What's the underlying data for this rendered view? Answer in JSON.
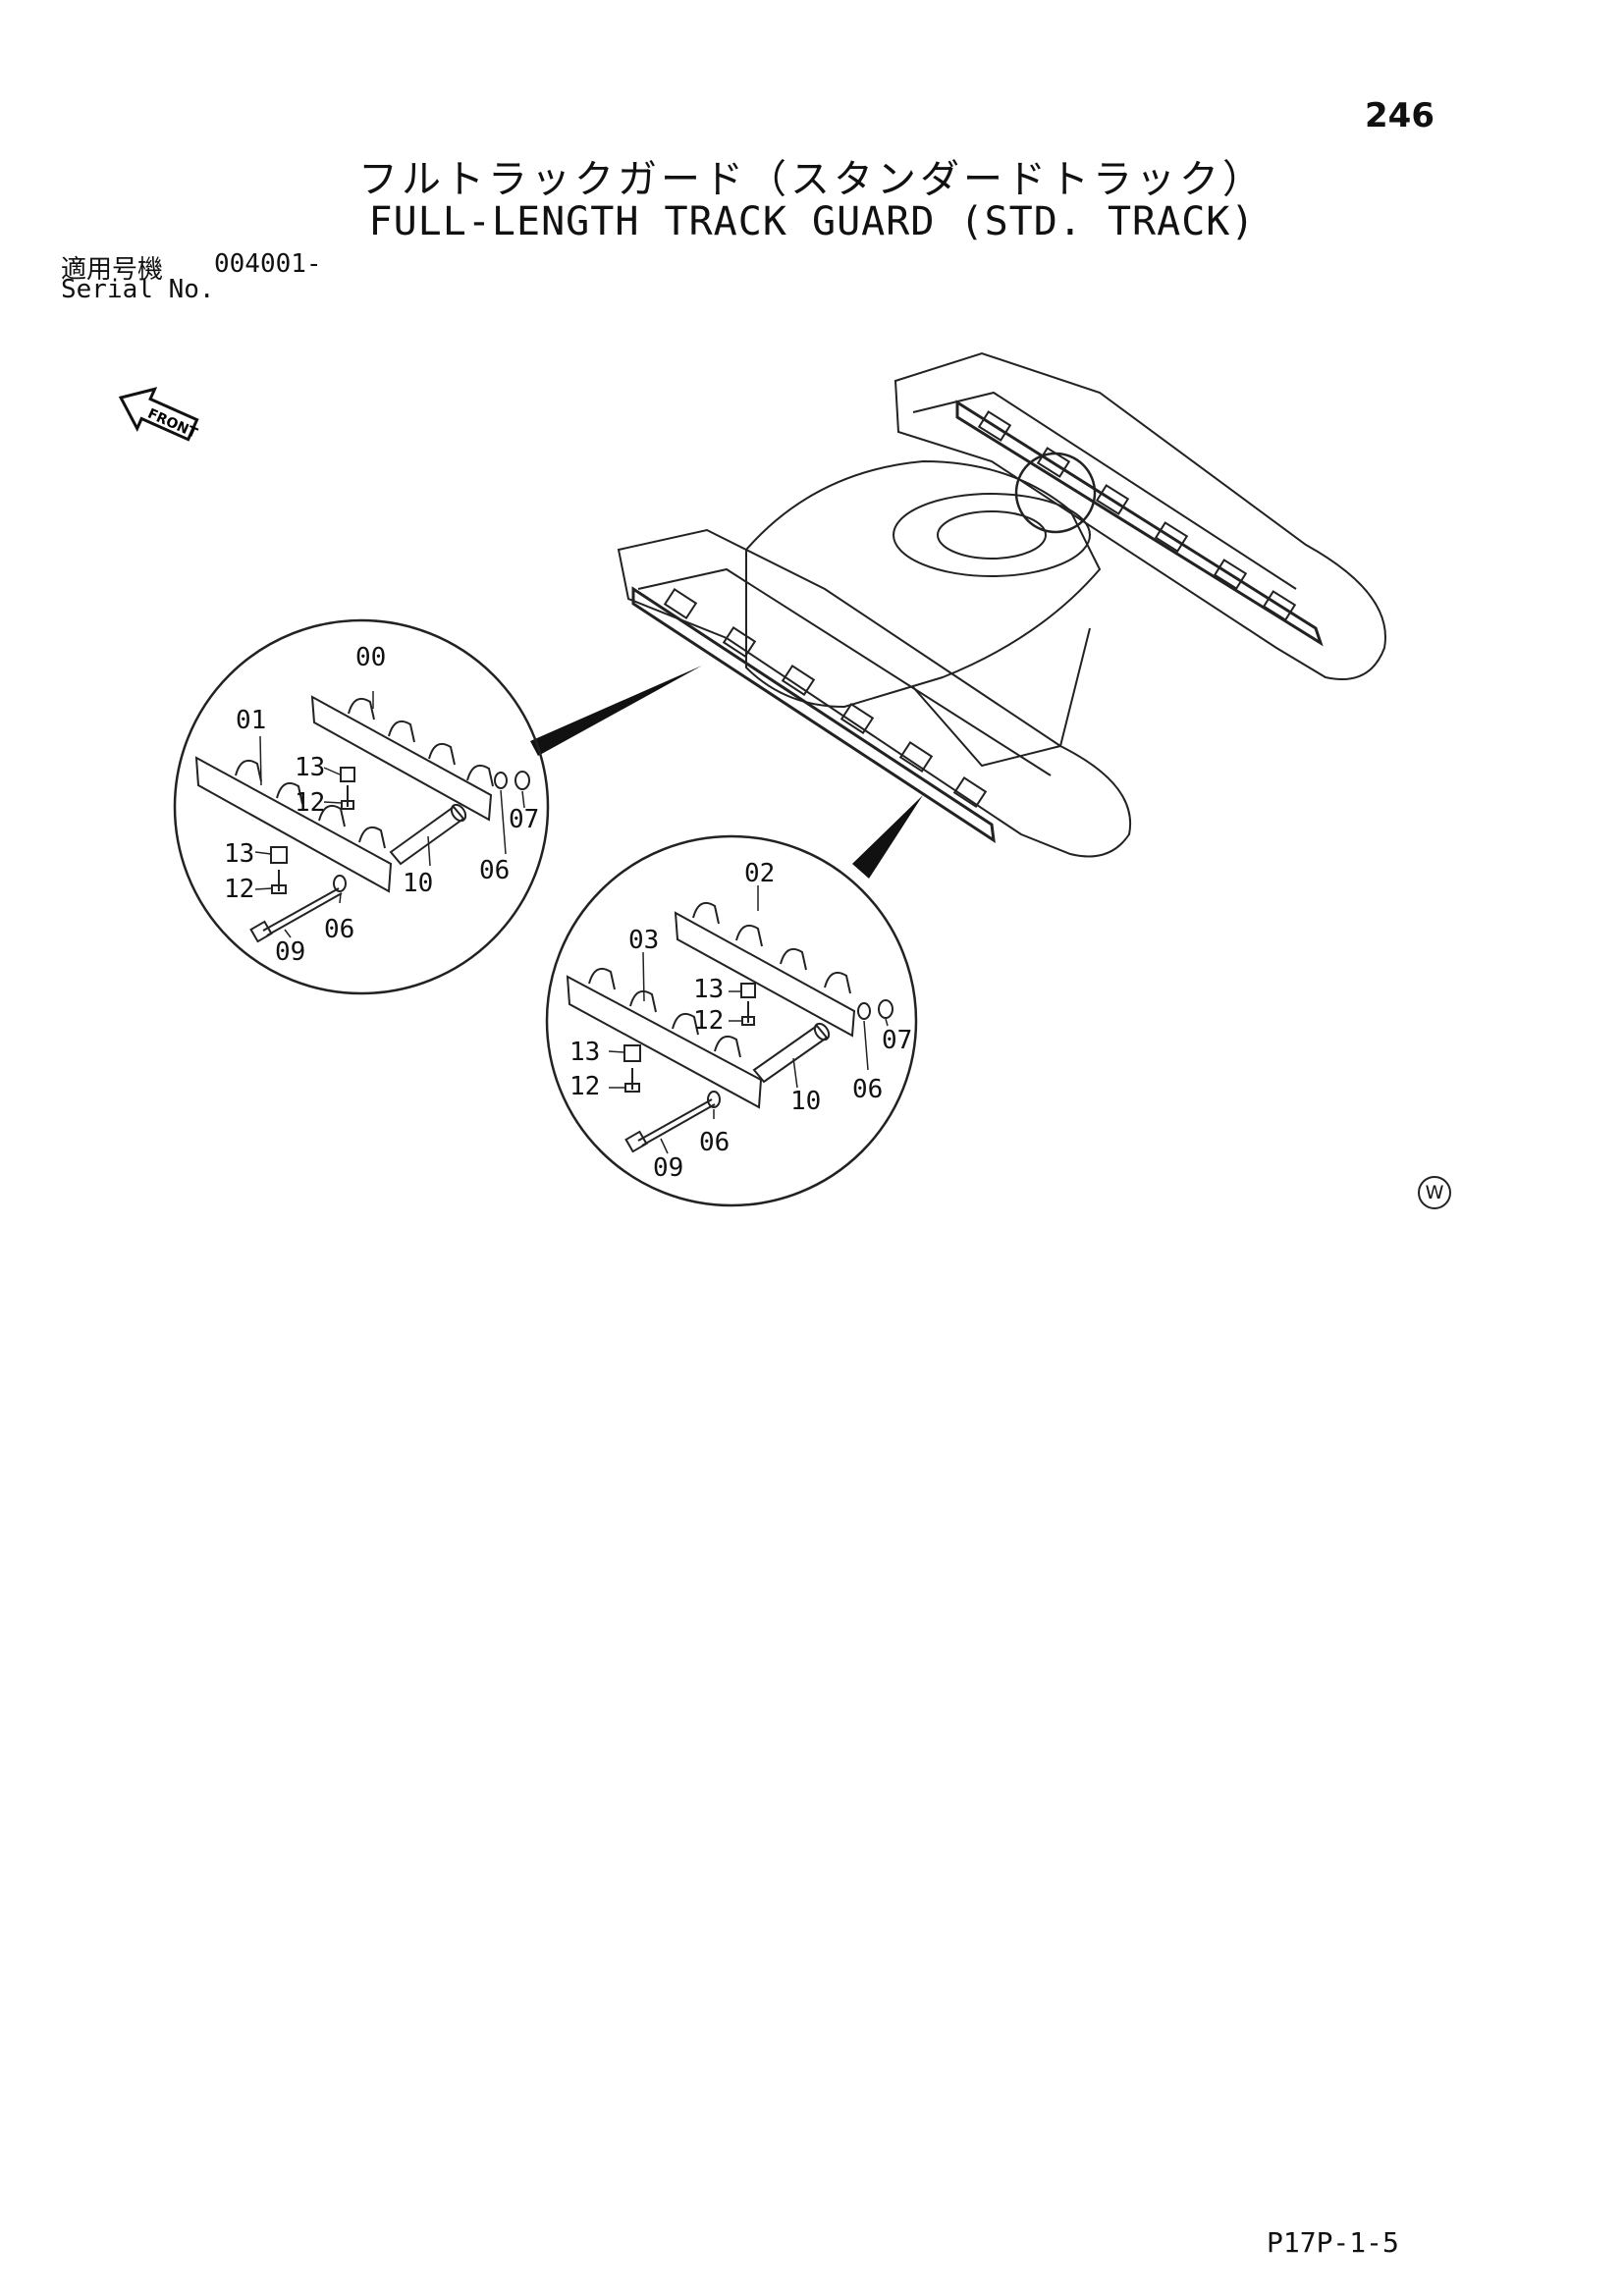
{
  "page": {
    "number": "246",
    "footer_code": "P17P-1-5"
  },
  "title": {
    "japanese": "フルトラックガード（スタンダードトラック）",
    "english": "FULL-LENGTH TRACK GUARD (STD. TRACK)"
  },
  "serial": {
    "label_jp": "適用号機",
    "value": "004001-",
    "label_en": "Serial No."
  },
  "front_arrow": {
    "label": "FRONT"
  },
  "w_mark": {
    "label": "W"
  },
  "callouts": {
    "upper_detail": {
      "c00": "00",
      "c01": "01",
      "c13a": "13",
      "c12a": "12",
      "c13b": "13",
      "c12b": "12",
      "c09": "09",
      "c06a": "06",
      "c10": "10",
      "c06b": "06",
      "c07": "07"
    },
    "lower_detail": {
      "c02": "02",
      "c03": "03",
      "c13a": "13",
      "c12a": "12",
      "c13b": "13",
      "c12b": "12",
      "c09": "09",
      "c06a": "06",
      "c10": "10",
      "c06b": "06",
      "c07": "07"
    }
  }
}
